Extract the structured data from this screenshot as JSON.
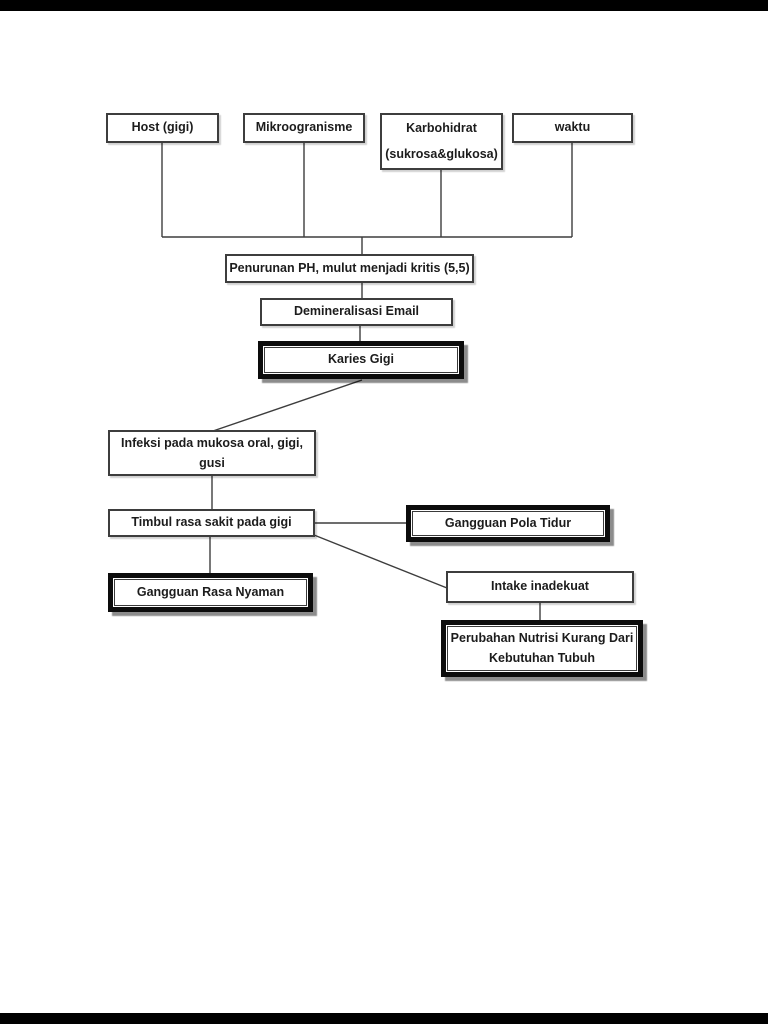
{
  "document": {
    "type": "scanned-flowchart-page",
    "language": "Indonesian",
    "topic": "Pathway Karies Gigi"
  },
  "colors": {
    "text": "#1c1c1c",
    "thin_border": "#3d3d3d",
    "thick_border": "#0c0c0c",
    "connector_line": "#3d3d3d",
    "letterbox_bar": "#000000",
    "page_background": "#ffffff"
  },
  "nodes": {
    "host": {
      "label": "Host (gigi)",
      "style": "thin"
    },
    "mikro": {
      "label": "Mikroogranisme",
      "style": "thin"
    },
    "karbo": {
      "label": "Karbohidrat",
      "label2": "(sukrosa&glukosa)",
      "style": "thin"
    },
    "waktu": {
      "label": "waktu",
      "style": "thin"
    },
    "penurunan": {
      "label": "Penurunan PH, mulut menjadi kritis (5,5)",
      "style": "thin"
    },
    "demin": {
      "label": "Demineralisasi Email",
      "style": "thin"
    },
    "karies": {
      "label": "Karies Gigi",
      "style": "thick"
    },
    "infeksi": {
      "label": "Infeksi pada mukosa oral, gigi,",
      "label2": "gusi",
      "style": "thin"
    },
    "timbul": {
      "label": "Timbul rasa sakit pada gigi",
      "style": "thin"
    },
    "gangguan_pola_tidur": {
      "label": "Gangguan Pola Tidur",
      "style": "thick"
    },
    "gangguan_rasa_nyaman": {
      "label": "Gangguan Rasa Nyaman",
      "style": "thick"
    },
    "intake": {
      "label": "Intake inadekuat",
      "style": "thin"
    },
    "perubahan": {
      "label": "Perubahan Nutrisi Kurang Dari",
      "label2": "Kebutuhan Tubuh",
      "style": "thick"
    }
  },
  "edges": [
    "host -> bus",
    "mikro -> bus",
    "karbo -> bus",
    "waktu -> bus",
    "bus -> penurunan",
    "penurunan -> demin",
    "demin -> karies",
    "karies -> infeksi",
    "infeksi -> timbul",
    "timbul -> gangguan_pola_tidur",
    "timbul -> gangguan_rasa_nyaman",
    "timbul -> intake",
    "intake -> perubahan"
  ]
}
